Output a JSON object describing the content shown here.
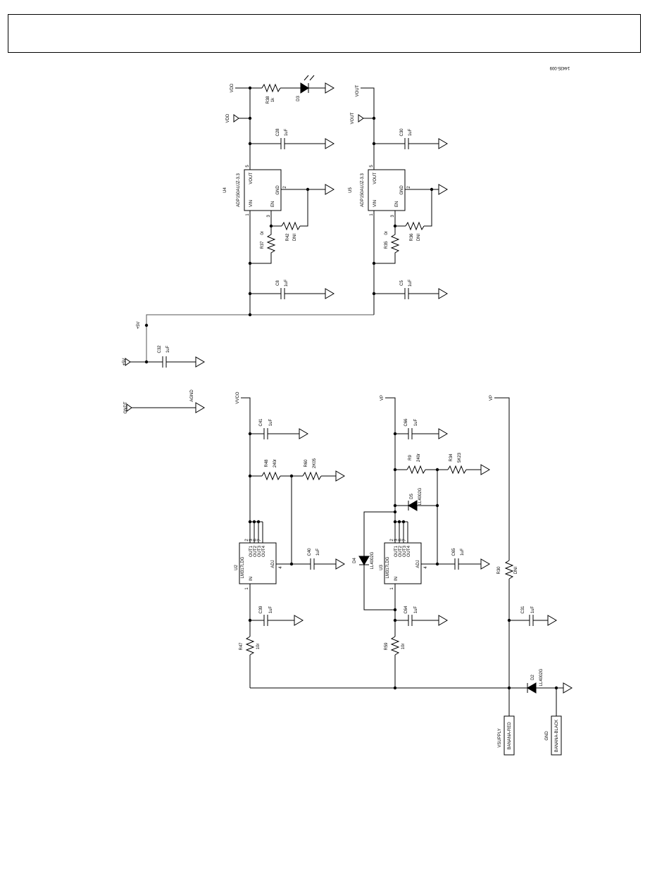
{
  "figure_id": "14435-009",
  "nets": {
    "vdd_top": "VDD",
    "vdd": "VDD",
    "vout_top": "VOUT",
    "vout": "VOUT",
    "p5v_a": "+5V",
    "p5v_b": "+5V",
    "gndt": "GNDT",
    "agnd": "AGND",
    "vvco": "VVCO",
    "vp1": "VP",
    "vp2": "VP"
  },
  "u4": {
    "ref": "U4",
    "part": "ADP150AUJZ-3.3",
    "pins": {
      "vin": "VIN",
      "en": "EN",
      "vout": "VOUT",
      "gnd": "GND"
    },
    "pin_numbers": {
      "vin": "1",
      "en": "3",
      "vout": "5",
      "gnd": "2"
    }
  },
  "u5": {
    "ref": "U5",
    "part": "ADP150AUJZ-3.3",
    "pins": {
      "vin": "VIN",
      "en": "EN",
      "vout": "VOUT",
      "gnd": "GND"
    },
    "pin_numbers": {
      "vin": "1",
      "en": "3",
      "vout": "5",
      "gnd": "2"
    }
  },
  "u2": {
    "ref": "U2",
    "part": "LM317LDG",
    "pins": {
      "out1": "OUT1",
      "out2": "OUT2",
      "out3": "OUT3",
      "out4": "OUT4",
      "adj": "ADJ",
      "in": "IN"
    },
    "pin_numbers": {
      "out1": "2",
      "out2": "3",
      "out3": "6",
      "out4": "7",
      "adj": "4",
      "in": "1"
    }
  },
  "u3": {
    "ref": "U3",
    "part": "LM317LDG",
    "pins": {
      "out1": "OUT1",
      "out2": "OUT2",
      "out3": "OUT3",
      "out4": "OUT4",
      "adj": "ADJ",
      "in": "IN"
    },
    "pin_numbers": {
      "out1": "2",
      "out2": "3",
      "out3": "6",
      "out4": "7",
      "adj": "4",
      "in": "1"
    }
  },
  "passives": {
    "r38": {
      "ref": "R38",
      "val": "1k"
    },
    "c28": {
      "ref": "C28",
      "val": "1uF"
    },
    "c30": {
      "ref": "C30",
      "val": "1uF"
    },
    "r37": {
      "ref": "R37",
      "val": "0r"
    },
    "r42": {
      "ref": "R42",
      "val": "DNI"
    },
    "r35": {
      "ref": "R35",
      "val": "0r"
    },
    "r36": {
      "ref": "R36",
      "val": "DNI"
    },
    "c8": {
      "ref": "C8",
      "val": "1uF"
    },
    "c5": {
      "ref": "C5",
      "val": "1uF"
    },
    "c32": {
      "ref": "C32",
      "val": "1uF"
    },
    "c41": {
      "ref": "C41",
      "val": "1uF"
    },
    "r48": {
      "ref": "R48",
      "val": "240r"
    },
    "r60": {
      "ref": "R60",
      "val": "2K05"
    },
    "c40": {
      "ref": "C40",
      "val": "1uF"
    },
    "c39": {
      "ref": "C39",
      "val": "1uF"
    },
    "r47": {
      "ref": "R47",
      "val": "10r"
    },
    "c66": {
      "ref": "C66",
      "val": "1uF"
    },
    "r9": {
      "ref": "R9",
      "val": "240r"
    },
    "r34": {
      "ref": "R34",
      "val": "5K23"
    },
    "c65": {
      "ref": "C65",
      "val": "1uF"
    },
    "c64": {
      "ref": "C64",
      "val": "1uF"
    },
    "r59": {
      "ref": "R59",
      "val": "10r"
    },
    "r30": {
      "ref": "R30",
      "val": "DNI"
    },
    "c31": {
      "ref": "C31",
      "val": "1uF"
    }
  },
  "diodes": {
    "d3": {
      "ref": "D3"
    },
    "d5": {
      "ref": "D5",
      "val": "LL4002G"
    },
    "d4": {
      "ref": "D4",
      "val": "LL4002G"
    },
    "d2": {
      "ref": "D2",
      "val": "LL4002G"
    }
  },
  "connectors": {
    "vsupply": {
      "net": "VSUPPLY",
      "type": "BANANA-RED"
    },
    "gnd": {
      "net": "GND",
      "type": "BANANA-BLACK"
    }
  }
}
